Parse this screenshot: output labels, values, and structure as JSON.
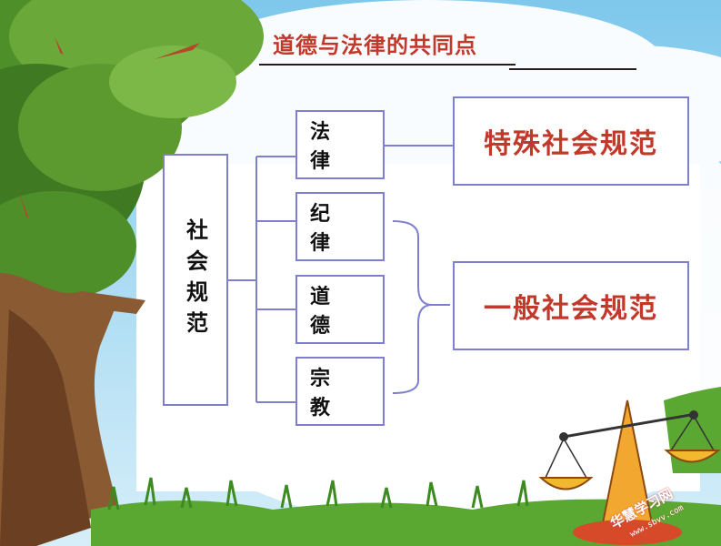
{
  "title": "道德与法律的共同点",
  "root": {
    "label": "社会规范"
  },
  "children": [
    {
      "label": "法 律"
    },
    {
      "label": "纪 律"
    },
    {
      "label": "道 德"
    },
    {
      "label": "宗 教"
    }
  ],
  "categories": {
    "special": "特殊社会规范",
    "general": "一般社会规范"
  },
  "watermark": {
    "text": "华慧学习网",
    "url": "www.sbvv.com"
  },
  "colors": {
    "accent": "#c0392b",
    "box_border": "#7f7fd0",
    "connector": "#7f7fd0"
  }
}
